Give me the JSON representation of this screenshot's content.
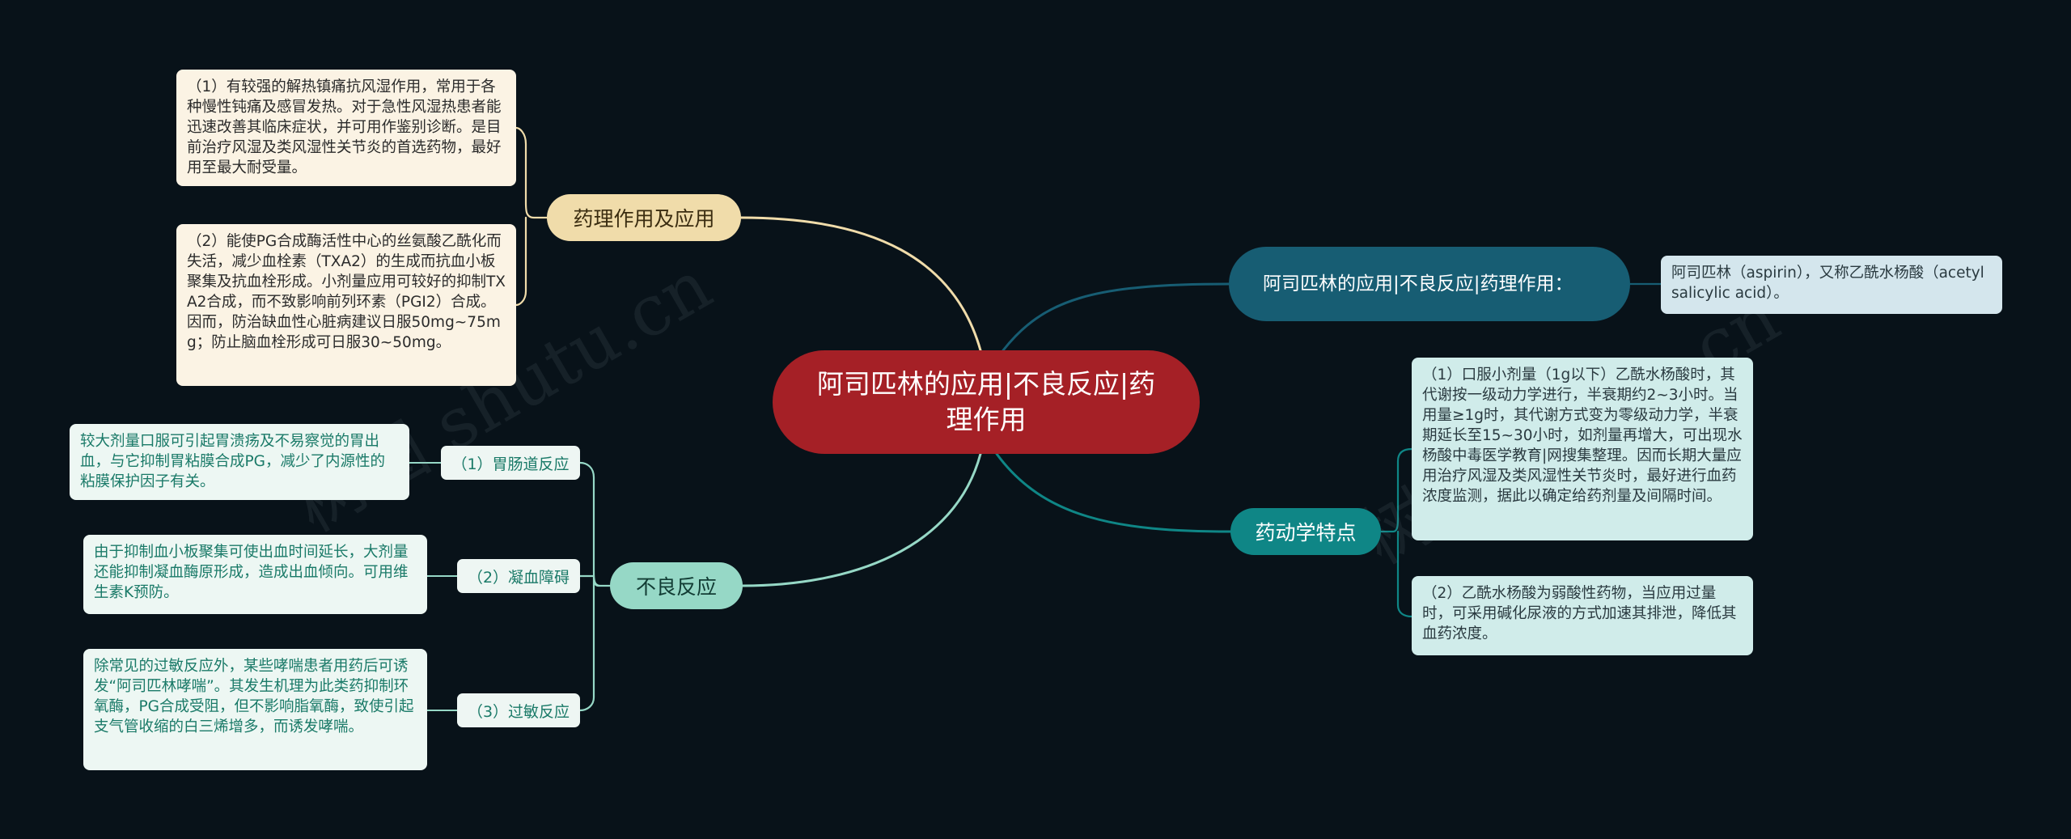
{
  "root": {
    "title": "阿司匹林的应用|不良反应|药理作用"
  },
  "branches": {
    "pharmacology": {
      "label": "药理作用及应用",
      "leaves": [
        "（1）有较强的解热镇痛抗风湿作用，常用于各种慢性钝痛及感冒发热。对于急性风湿热患者能迅速改善其临床症状，并可用作鉴别诊断。是目前治疗风湿及类风湿性关节炎的首选药物，最好用至最大耐受量。",
        "（2）能使PG合成酶活性中心的丝氨酸乙酰化而失活，减少血栓素（TXA2）的生成而抗血小板聚集及抗血栓形成。小剂量应用可较好的抑制TXA2合成，而不致影响前列环素（PGI2）合成。因而，防治缺血性心脏病建议日服50mg~75mg；防止脑血栓形成可日服30~50mg。"
      ]
    },
    "adverse": {
      "label": "不良反应",
      "subs": [
        {
          "label": "（1）胃肠道反应",
          "detail": "较大剂量口服可引起胃溃疡及不易察觉的胃出血，与它抑制胃粘膜合成PG，减少了内源性的粘膜保护因子有关。"
        },
        {
          "label": "（2）凝血障碍",
          "detail": "由于抑制血小板聚集可使出血时间延长，大剂量还能抑制凝血酶原形成，造成出血倾向。可用维生素K预防。"
        },
        {
          "label": "（3）过敏反应",
          "detail": "除常见的过敏反应外，某些哮喘患者用药后可诱发“阿司匹林哮喘”。其发生机理为此类药抑制环氧酶，PG合成受阻，但不影响脂氧酶，致使引起支气管收缩的白三烯增多，而诱发哮喘。"
        }
      ]
    },
    "intro": {
      "label": "阿司匹林的应用|不良反应|药理作用：",
      "leaf": "阿司匹林（aspirin），又称乙酰水杨酸（acetylsalicylic acid）。"
    },
    "pharmacokinetics": {
      "label": "药动学特点",
      "leaves": [
        "（1）口服小剂量（1g以下）乙酰水杨酸时，其代谢按一级动力学进行，半衰期约2~3小时。当用量≥1g时，其代谢方式变为零级动力学，半衰期延长至15~30小时，如剂量再增大，可出现水杨酸中毒医学教育|网搜集整理。因而长期大量应用治疗风湿及类风湿性关节炎时，最好进行血药浓度监测，据此以确定给药剂量及间隔时间。",
        "（2）乙酰水杨酸为弱酸性药物，当应用过量时，可采用碱化尿液的方式加速其排泄，降低其血药浓度。"
      ]
    }
  },
  "colors": {
    "background": "#081219",
    "root": "#a52026",
    "pharmacology": "#f0dcaa",
    "adverse": "#96d8c6",
    "intro": "#175d73",
    "pharmacokinetics": "#0f8686"
  },
  "watermark": "树图 shutu.cn"
}
